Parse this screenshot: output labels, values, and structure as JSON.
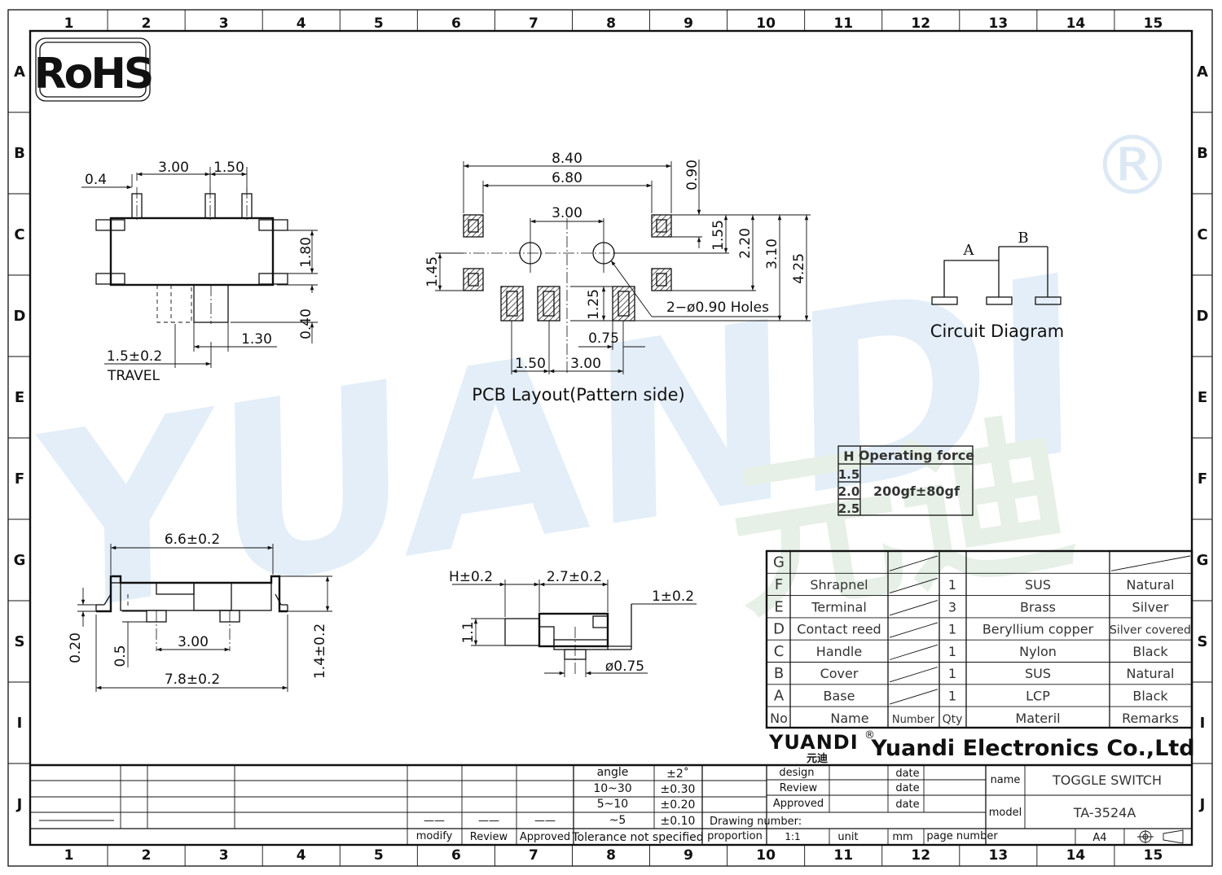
{
  "grid": {
    "columns": [
      "1",
      "2",
      "3",
      "4",
      "5",
      "6",
      "7",
      "8",
      "9",
      "10",
      "11",
      "12",
      "13",
      "14",
      "15"
    ],
    "rows": [
      "A",
      "B",
      "C",
      "D",
      "E",
      "F",
      "G",
      "S",
      "I",
      "J"
    ]
  },
  "badges": {
    "rohs": "RoHS",
    "registered": "®"
  },
  "watermark": {
    "text": "YUANDI",
    "cjk": "元迪"
  },
  "top_view": {
    "pin_width": "0.4",
    "pin_pitch_a": "3.00",
    "pin_pitch_b": "1.50",
    "body_height": "1.80",
    "handle_len": "0.40",
    "handle_width": "1.30",
    "travel": "1.5±0.2",
    "travel_label": "TRAVEL"
  },
  "pcb_layout": {
    "overall_width": "8.40",
    "inner_width": "6.80",
    "hole_pitch": "3.00",
    "top_offset": "0.90",
    "v_155": "1.55",
    "v_220": "2.20",
    "v_310": "3.10",
    "v_425": "4.25",
    "v_145": "1.45",
    "v_125": "1.25",
    "pad_width": "0.75",
    "pad_pitch_a": "1.50",
    "pad_pitch_b": "3.00",
    "holes": "2−ø0.90  Holes",
    "title": "PCB  Layout(Pattern  side)"
  },
  "circuit": {
    "label_a": "A",
    "label_b": "B",
    "title": "Circuit  Diagram"
  },
  "operating_force": {
    "header_h": "H",
    "header_force": "Operating force",
    "heights": [
      "1.5",
      "2.0",
      "2.5"
    ],
    "force": "200gf±80gf"
  },
  "front_view": {
    "top_width": "6.6±0.2",
    "base_width": "7.8±0.2",
    "pin_pitch": "3.00",
    "thickness": "0.20",
    "standoff": "0.5",
    "height": "1.4±0.2"
  },
  "side_view": {
    "handle_height": "H±0.2",
    "body_width": "2.7±0.2",
    "lead": "1±0.2",
    "body_height": "1.1",
    "post_dia": "ø0.75"
  },
  "bom": {
    "rows": [
      {
        "code": "G",
        "name": "",
        "qty": "",
        "material": "",
        "remark": ""
      },
      {
        "code": "F",
        "name": "Shrapnel",
        "qty": "1",
        "material": "SUS",
        "remark": "Natural"
      },
      {
        "code": "E",
        "name": "Terminal",
        "qty": "3",
        "material": "Brass",
        "remark": "Silver"
      },
      {
        "code": "D",
        "name": "Contact reed",
        "qty": "1",
        "material": "Beryllium copper",
        "remark": "Silver covered"
      },
      {
        "code": "C",
        "name": "Handle",
        "qty": "1",
        "material": "Nylon",
        "remark": "Black"
      },
      {
        "code": "B",
        "name": "Cover",
        "qty": "1",
        "material": "SUS",
        "remark": "Natural"
      },
      {
        "code": "A",
        "name": "Base",
        "qty": "1",
        "material": "LCP",
        "remark": "Black"
      }
    ],
    "header": {
      "no": "No",
      "name": "Name",
      "number": "Number",
      "qty": "Qty",
      "material": "Materil",
      "remarks": "Remarks"
    }
  },
  "company": {
    "logo": "YUANDI",
    "logo_cjk": "元迪",
    "logo_reg": "®",
    "name": "Yuandi Electronics Co.,Ltd"
  },
  "title_block": {
    "angle": "angle",
    "angle_tol": "±2˚",
    "r1": "10~30",
    "r1_tol": "±0.30",
    "r2": "5~10",
    "r2_tol": "±0.20",
    "r3": "~5",
    "r3_tol": "±0.10",
    "tolerance_note": "Tolerance not specified",
    "modify": "modify",
    "review": "Review",
    "approved": "Approved",
    "sig_dash": "——",
    "design": "design",
    "review2": "Review",
    "approved2": "Approved",
    "date": "date",
    "drawing_number": "Drawing number:",
    "proportion": "proportion",
    "scale": "1:1",
    "unit": "unit",
    "unit_value": "mm",
    "page_number": "page number",
    "name_label": "name",
    "name_value": "TOGGLE SWITCH",
    "model_label": "model",
    "model_value": "TA-3524A",
    "paper": "A4"
  }
}
